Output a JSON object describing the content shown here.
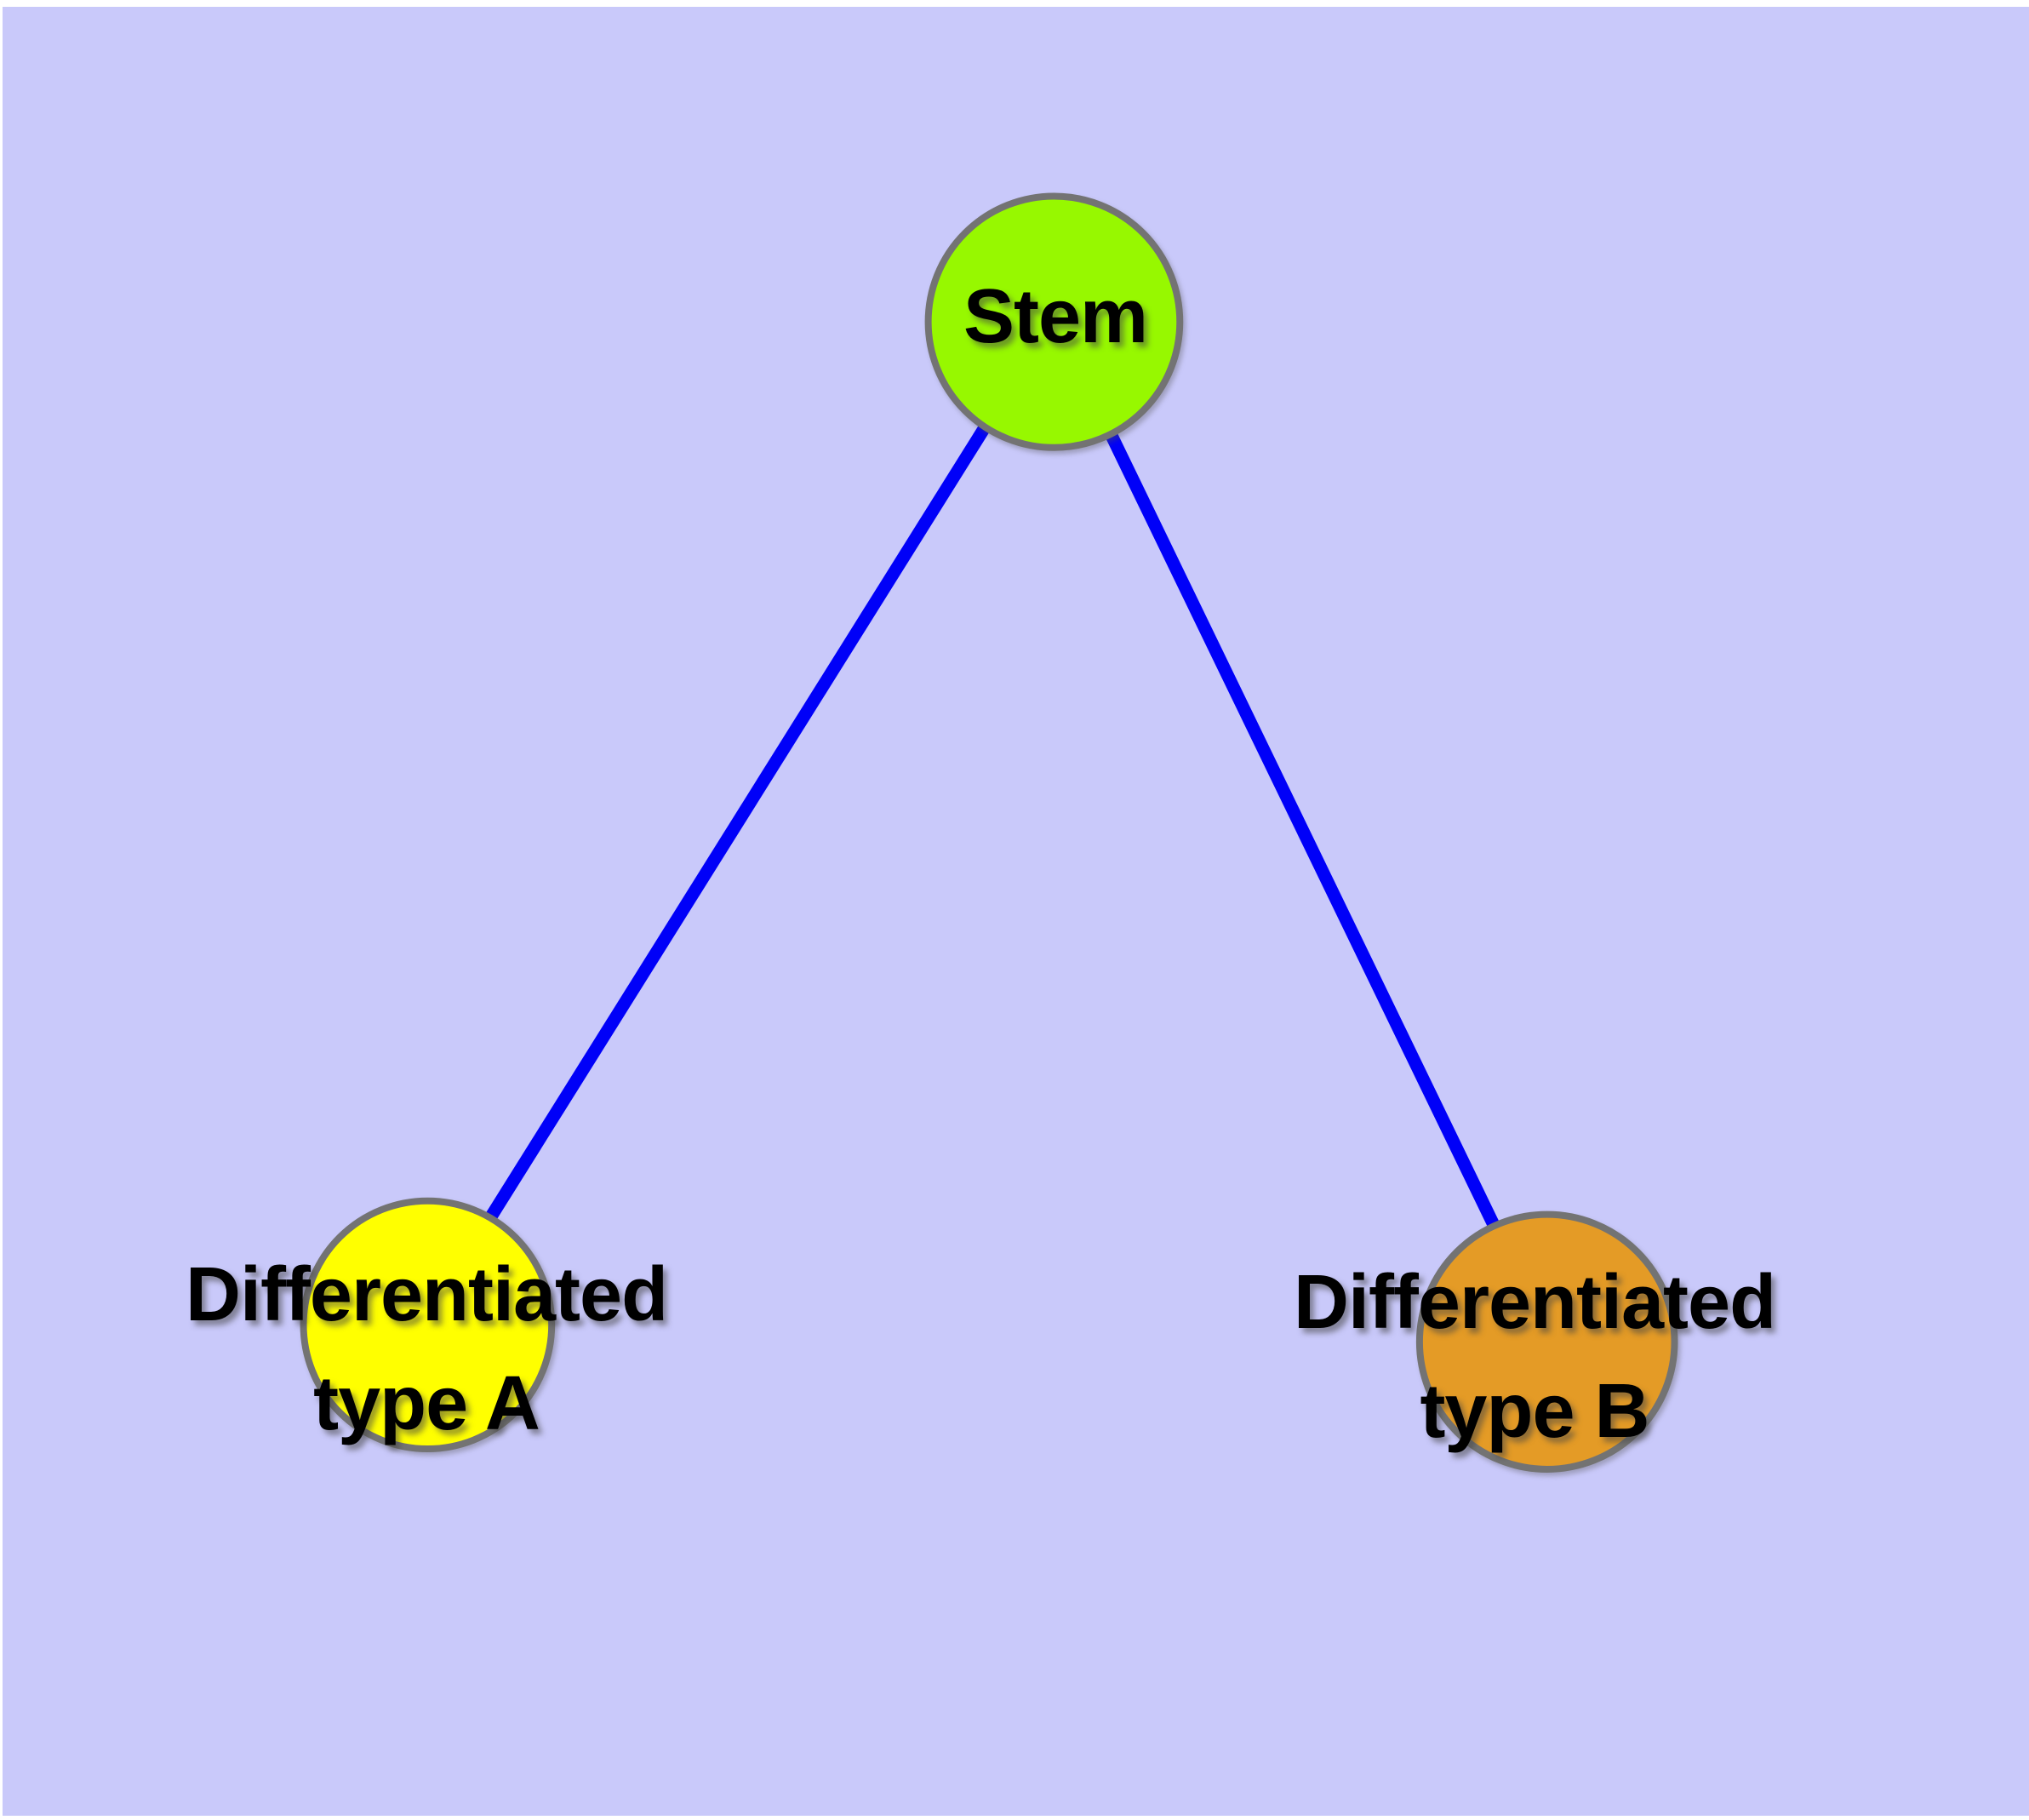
{
  "diagram": {
    "title": "Stem cell differentiation diagram",
    "colors": {
      "panel_background": "#C9C9FA",
      "page_margin": "#FFFFFF",
      "edge_color": "#0000F8",
      "node_border_color": "#737373",
      "label_color": "#000000",
      "stem_fill": "#97F800",
      "type_a_fill": "#FFFF00",
      "type_b_fill": "#E49B26"
    },
    "nodes": {
      "stem": {
        "label": "Stem"
      },
      "type_a": {
        "label_line1": "Differentiated",
        "label_line2": "type A"
      },
      "type_b": {
        "label_line1": "Differentiated",
        "label_line2": "type B"
      }
    },
    "edges": [
      {
        "from": "Stem",
        "to": "Differentiated type A"
      },
      {
        "from": "Stem",
        "to": "Differentiated type B"
      }
    ]
  }
}
